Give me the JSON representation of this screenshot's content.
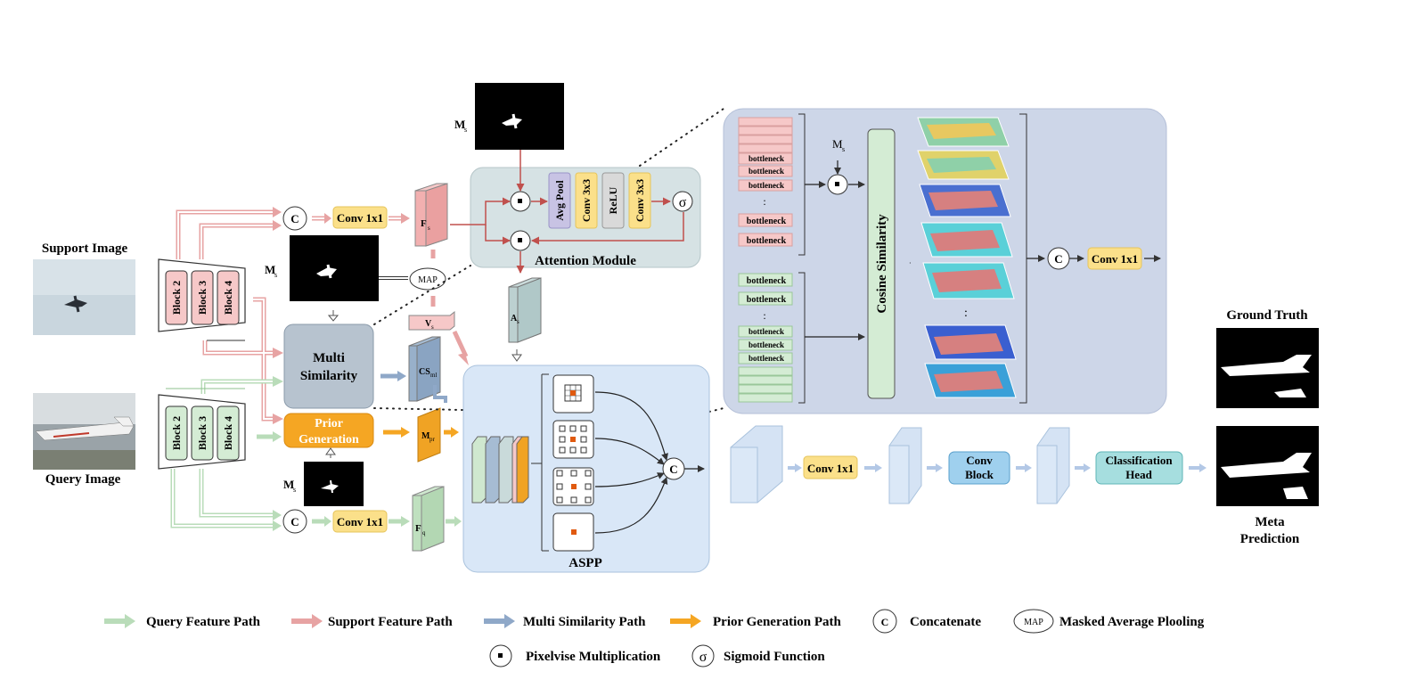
{
  "labels": {
    "support_image": "Support Image",
    "query_image": "Query Image",
    "ground_truth": "Ground Truth",
    "meta_line1": "Meta",
    "meta_line2": "Prediction",
    "ms": "M",
    "ms_sub": "s",
    "fs": "F",
    "fs_sub": "s",
    "fq": "F",
    "fq_sub": "q",
    "vs": "V",
    "vs_sub": "s",
    "as": "A",
    "as_sub": "s",
    "cs": "CS",
    "cs_sub": "ml",
    "mpr": "M",
    "mpr_sub": "pr"
  },
  "blocks": [
    "Block 2",
    "Block 3",
    "Block 4"
  ],
  "modules": {
    "conv1x1": "Conv 1x1",
    "concat": "C",
    "map": "MAP",
    "multi_similarity_line1": "Multi",
    "multi_similarity_line2": "Similarity",
    "prior_line1": "Prior",
    "prior_line2": "Generation",
    "attention_module": "Attention Module",
    "avg_pool": "Avg Pool",
    "conv3x3": "Conv 3x3",
    "relu": "ReLU",
    "aspp": "ASPP",
    "conv_block_line1": "Conv",
    "conv_block_line2": "Block",
    "class_head_line1": "Classification",
    "class_head_line2": "Head",
    "cosine_similarity": "Cosine Similarity",
    "bottleneck": "bottleneck",
    "ellipsis": ":"
  },
  "legend": {
    "query_path": "Query Feature Path",
    "support_path": "Support Feature Path",
    "multi_path": "Multi Similarity Path",
    "prior_path": "Prior Generation Path",
    "concatenate": "Concatenate",
    "map": "Masked Average Plooling",
    "pixel_mult": "Pixelvise Multiplication",
    "sigmoid": "Sigmoid Function",
    "sigma": "σ",
    "c": "C",
    "map_abbr": "MAP"
  },
  "colors": {
    "support": "#f4b6b6",
    "support_stroke": "#d36a6a",
    "query": "#cfe8cf",
    "query_stroke": "#8cc28c",
    "multi": "#8fa8c8",
    "prior": "#f5a623",
    "conv": "#fbe08a",
    "attention_bg": "#d6e2e4",
    "aspp_bg": "#d9e7f7",
    "cosine_bg": "#cdd6e8",
    "classhead": "#a6dedf"
  }
}
